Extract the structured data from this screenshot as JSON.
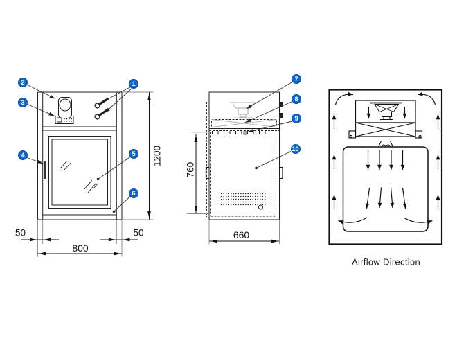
{
  "callouts": [
    {
      "label": "1"
    },
    {
      "label": "2"
    },
    {
      "label": "3"
    },
    {
      "label": "4"
    },
    {
      "label": "5"
    },
    {
      "label": "6"
    },
    {
      "label": "7"
    },
    {
      "label": "8"
    },
    {
      "label": "9"
    },
    {
      "label": "10"
    }
  ],
  "dimensions": {
    "overall_height": "1200",
    "overall_width": "800",
    "side_margin_left": "50",
    "side_margin_right": "50",
    "chamber_height": "760",
    "depth": "660"
  },
  "caption": "Airflow Direction",
  "colors": {
    "callout_badge": "#1467c6",
    "callout_badge_border": "#0c4ea0",
    "drawing_line": "#1f1f1f",
    "extension_line": "#8a8a8a",
    "fan_gray": "#b0b0b0"
  }
}
